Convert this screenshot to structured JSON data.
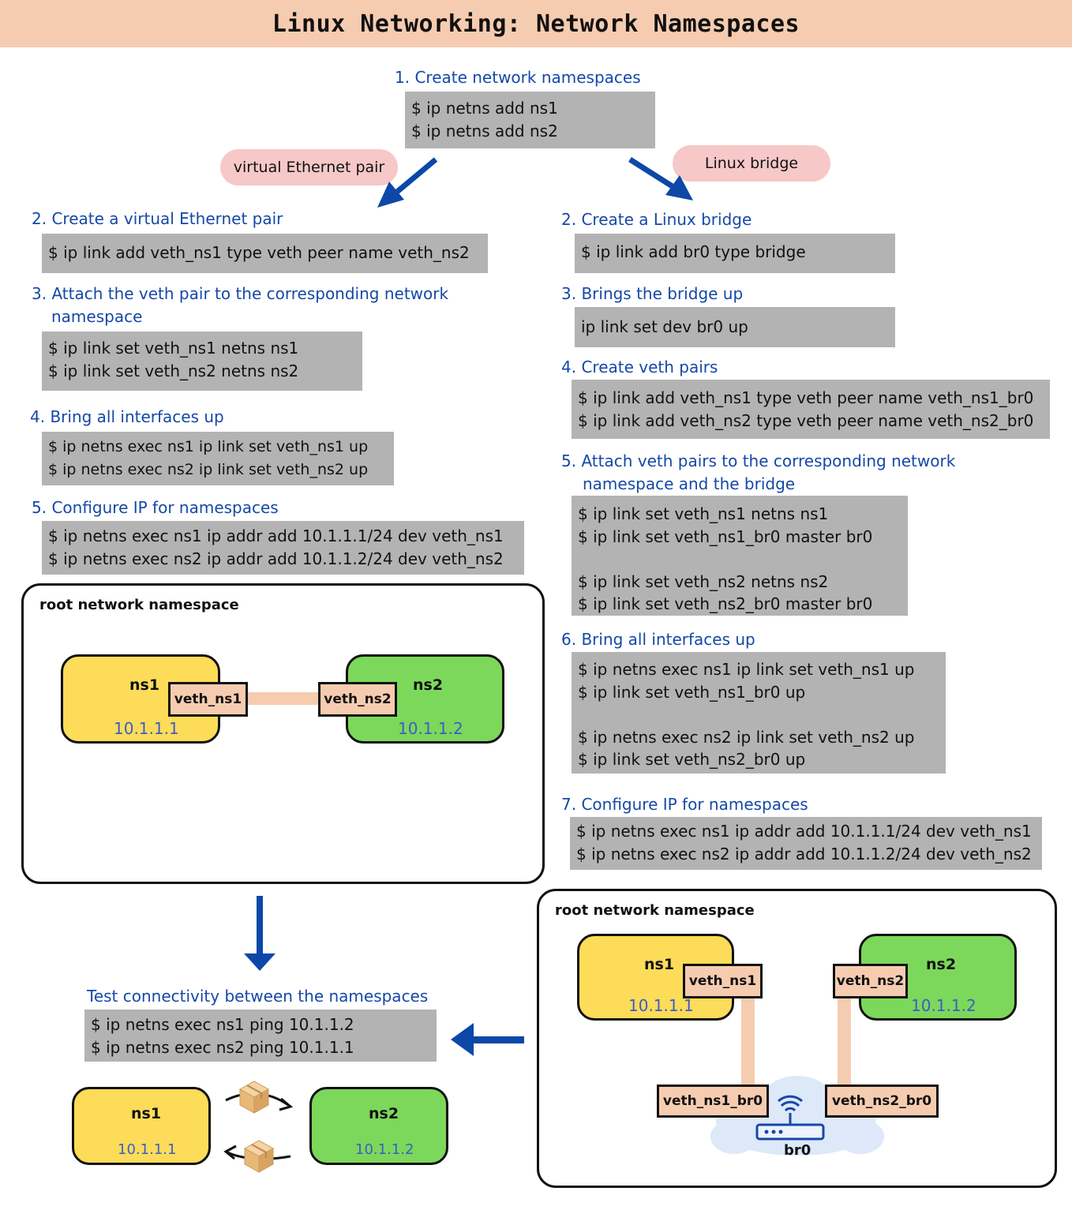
{
  "title": "Linux Networking: Network Namespaces",
  "step1": {
    "heading": "1. Create network namespaces",
    "commands": [
      "$ ip netns add ns1",
      "$ ip netns add ns2"
    ]
  },
  "branch_labels": {
    "veth": "virtual Ethernet pair",
    "bridge": "Linux bridge"
  },
  "left_steps": [
    {
      "heading": "2. Create a virtual Ethernet pair",
      "commands": [
        "$ ip link add veth_ns1 type veth peer name veth_ns2"
      ]
    },
    {
      "heading": "3. Attach the veth pair to the corresponding network",
      "heading2": "namespace",
      "commands": [
        "$ ip link set veth_ns1 netns ns1",
        "$ ip link set veth_ns2 netns ns2"
      ]
    },
    {
      "heading": "4. Bring all interfaces up",
      "commands": [
        "$ ip netns exec ns1 ip link set veth_ns1 up",
        "$ ip netns exec ns2 ip link set veth_ns2 up"
      ]
    },
    {
      "heading": "5. Configure IP for namespaces",
      "commands": [
        "$ ip netns exec ns1 ip addr add 10.1.1.1/24 dev veth_ns1",
        "$ ip netns exec ns2 ip addr add 10.1.1.2/24 dev veth_ns2"
      ]
    }
  ],
  "right_steps": [
    {
      "heading": "2. Create a Linux bridge",
      "commands": [
        "$ ip link add br0 type bridge"
      ]
    },
    {
      "heading": "3. Brings the bridge up",
      "commands": [
        "ip link set dev br0 up"
      ]
    },
    {
      "heading": "4. Create veth pairs",
      "commands": [
        "$ ip link add veth_ns1 type veth peer name veth_ns1_br0",
        "$ ip link add veth_ns2 type veth peer name veth_ns2_br0"
      ]
    },
    {
      "heading": "5. Attach veth pairs to the corresponding network",
      "heading2": "namespace and the bridge",
      "commands": [
        "$ ip link set veth_ns1 netns ns1",
        "$ ip link set veth_ns1_br0 master br0",
        "",
        "$ ip link set veth_ns2 netns ns2",
        "$ ip link set veth_ns2_br0 master br0"
      ]
    },
    {
      "heading": "6. Bring all interfaces up",
      "commands": [
        "$ ip netns exec ns1 ip link set veth_ns1 up",
        "$ ip link set veth_ns1_br0 up",
        "",
        "$ ip netns exec ns2 ip link set veth_ns2 up",
        "$ ip link set veth_ns2_br0 up"
      ]
    },
    {
      "heading": "7. Configure IP for namespaces",
      "commands": [
        "$ ip netns exec ns1 ip addr add 10.1.1.1/24 dev veth_ns1",
        "$ ip netns exec ns2 ip addr add 10.1.1.2/24 dev veth_ns2"
      ]
    }
  ],
  "veth_diagram": {
    "panel_label": "root network namespace",
    "ns1": {
      "name": "ns1",
      "ip": "10.1.1.1",
      "iface": "veth_ns1"
    },
    "ns2": {
      "name": "ns2",
      "ip": "10.1.1.2",
      "iface": "veth_ns2"
    }
  },
  "bridge_diagram": {
    "panel_label": "root network namespace",
    "ns1": {
      "name": "ns1",
      "ip": "10.1.1.1",
      "iface": "veth_ns1"
    },
    "ns2": {
      "name": "ns2",
      "ip": "10.1.1.2",
      "iface": "veth_ns2"
    },
    "bridge_port1": "veth_ns1_br0",
    "bridge_port2": "veth_ns2_br0",
    "bridge_name": "br0",
    "bridge_icon": "router-icon"
  },
  "test": {
    "heading": "Test connectivity between the namespaces",
    "commands": [
      "$ ip netns exec ns1 ping 10.1.1.2",
      "$ ip netns exec ns2 ping 10.1.1.1"
    ],
    "ns1": {
      "name": "ns1",
      "ip": "10.1.1.1"
    },
    "ns2": {
      "name": "ns2",
      "ip": "10.1.1.2"
    },
    "packet_icon": "package-icon"
  },
  "colors": {
    "title_bg": "#f6ccb0",
    "step_blue": "#1548a8",
    "code_bg": "#b3b3b3",
    "pill_pink": "#f6c8c8",
    "ns1_yellow": "#fcdc58",
    "ns2_green": "#7cd85a",
    "iface_peach": "#f6ccb0",
    "ip_blue": "#3d5cc8",
    "arrow_blue": "#0d47a8"
  }
}
